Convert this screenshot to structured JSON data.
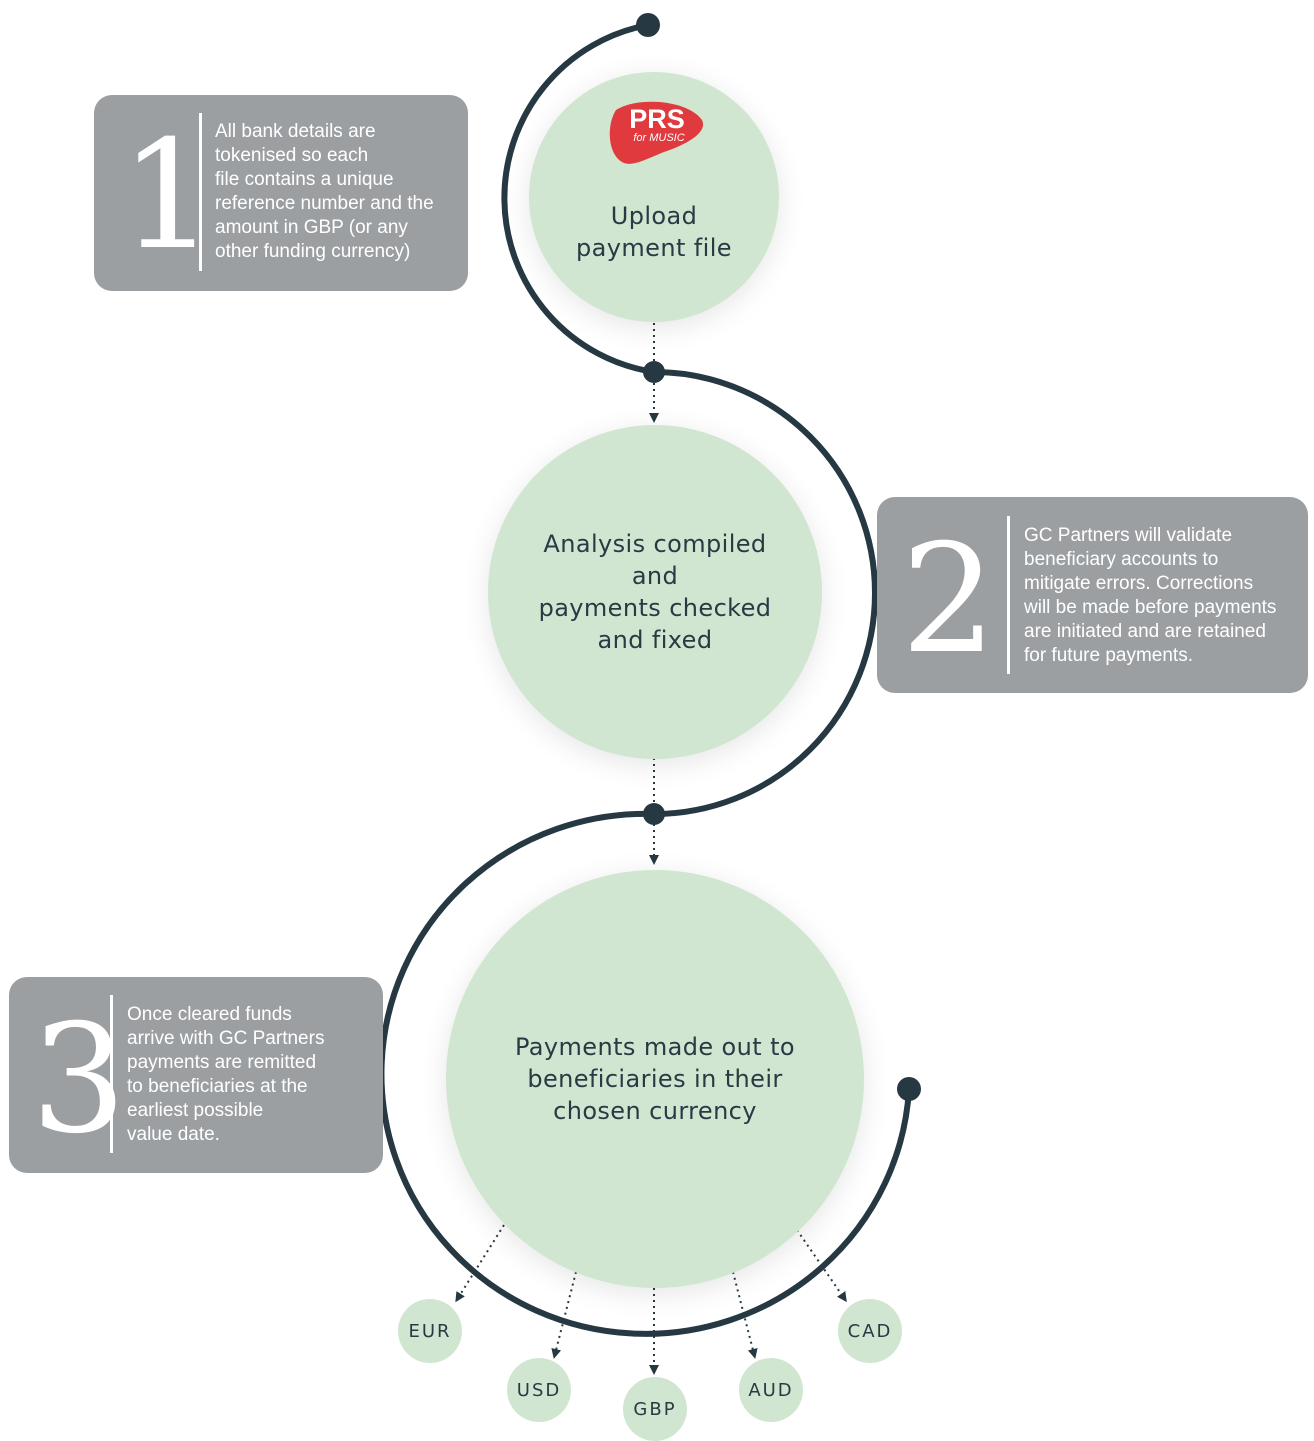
{
  "steps": [
    {
      "number": "1",
      "description": "All bank details are\ntokenised so each\nfile contains a unique\nreference number and the\namount in GBP (or any\nother funding currency)"
    },
    {
      "number": "2",
      "description": "GC Partners will validate\nbeneficiary accounts to\nmitigate errors. Corrections\nwill be made before payments\nare initiated and are retained\nfor future payments."
    },
    {
      "number": "3",
      "description": "Once cleared funds\narrive with GC Partners\npayments are remitted\nto beneficiaries at the\nearliest possible\nvalue date."
    }
  ],
  "stages": [
    {
      "title": "Upload\npayment file"
    },
    {
      "title": "Analysis compiled\nand\npayments checked\nand fixed"
    },
    {
      "title": "Payments made out to\nbeneficiaries in their\nchosen currency"
    }
  ],
  "logo": {
    "main": "PRS",
    "sub": "for MUSIC"
  },
  "currencies": [
    "EUR",
    "USD",
    "GBP",
    "AUD",
    "CAD"
  ],
  "colors": {
    "line": "#263842",
    "circle": "#d0e6d0",
    "card": "#9c9fa2",
    "logo": "#e03a3e"
  }
}
